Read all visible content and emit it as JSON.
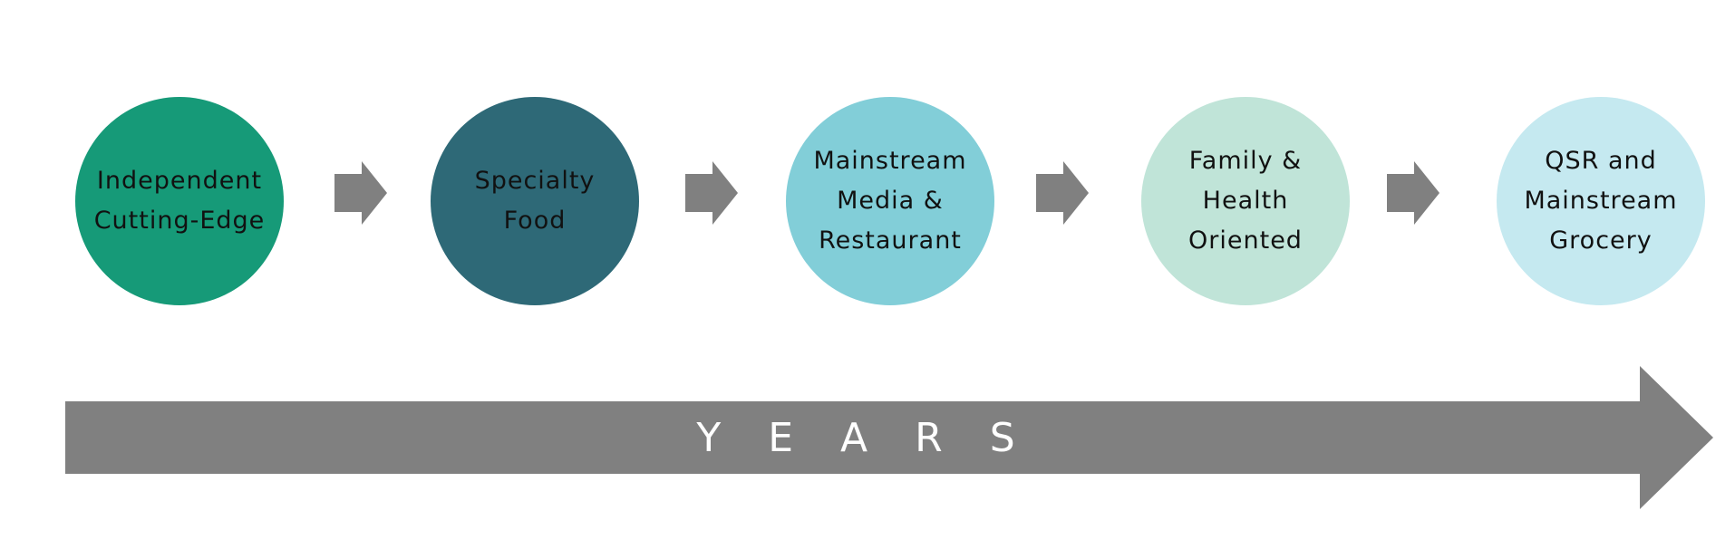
{
  "stages": [
    {
      "label": "Independent\nCutting-Edge",
      "color": "#169a78"
    },
    {
      "label": "Specialty\nFood",
      "color": "#2e6977"
    },
    {
      "label": "Mainstream\nMedia &\nRestaurant",
      "color": "#82ced8"
    },
    {
      "label": "Family &\nHealth\nOriented",
      "color": "#c0e4d8"
    },
    {
      "label": "QSR and\nMainstream\nGrocery",
      "color": "#c5e9f0"
    }
  ],
  "timeline": {
    "label": "YEARS",
    "color": "#808080"
  },
  "arrow_color": "#808080"
}
